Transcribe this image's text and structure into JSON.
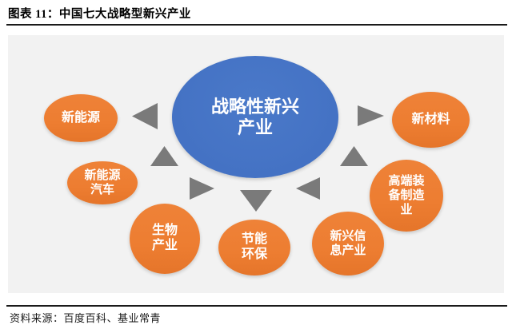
{
  "header": {
    "title": "图表 11：中国七大战略型新兴产业"
  },
  "footer": {
    "source": "资料来源：百度百科、基业常青"
  },
  "colors": {
    "center_node": "#4472C4",
    "satellite_node": "#ED7D31",
    "arrow": "#7A7A7A",
    "panel_background": "#F2F2F2",
    "node_text": "#FFFFFF",
    "title_text": "#000000"
  },
  "diagram": {
    "center": {
      "label": "战略性新兴\n产业"
    },
    "nodes": [
      {
        "id": "new-energy",
        "label": "新能源"
      },
      {
        "id": "new-energy-vehicles",
        "label": "新能源\n汽车"
      },
      {
        "id": "bio-industry",
        "label": "生物\n产业"
      },
      {
        "id": "energy-saving-environment",
        "label": "节能\n环保"
      },
      {
        "id": "emerging-information",
        "label": "新兴信\n息产业"
      },
      {
        "id": "high-end-equipment",
        "label": "高端装\n备制造\n业"
      },
      {
        "id": "new-materials",
        "label": "新材料"
      }
    ],
    "arrows": [
      "left",
      "up",
      "right",
      "down",
      "left",
      "right",
      "up"
    ]
  }
}
